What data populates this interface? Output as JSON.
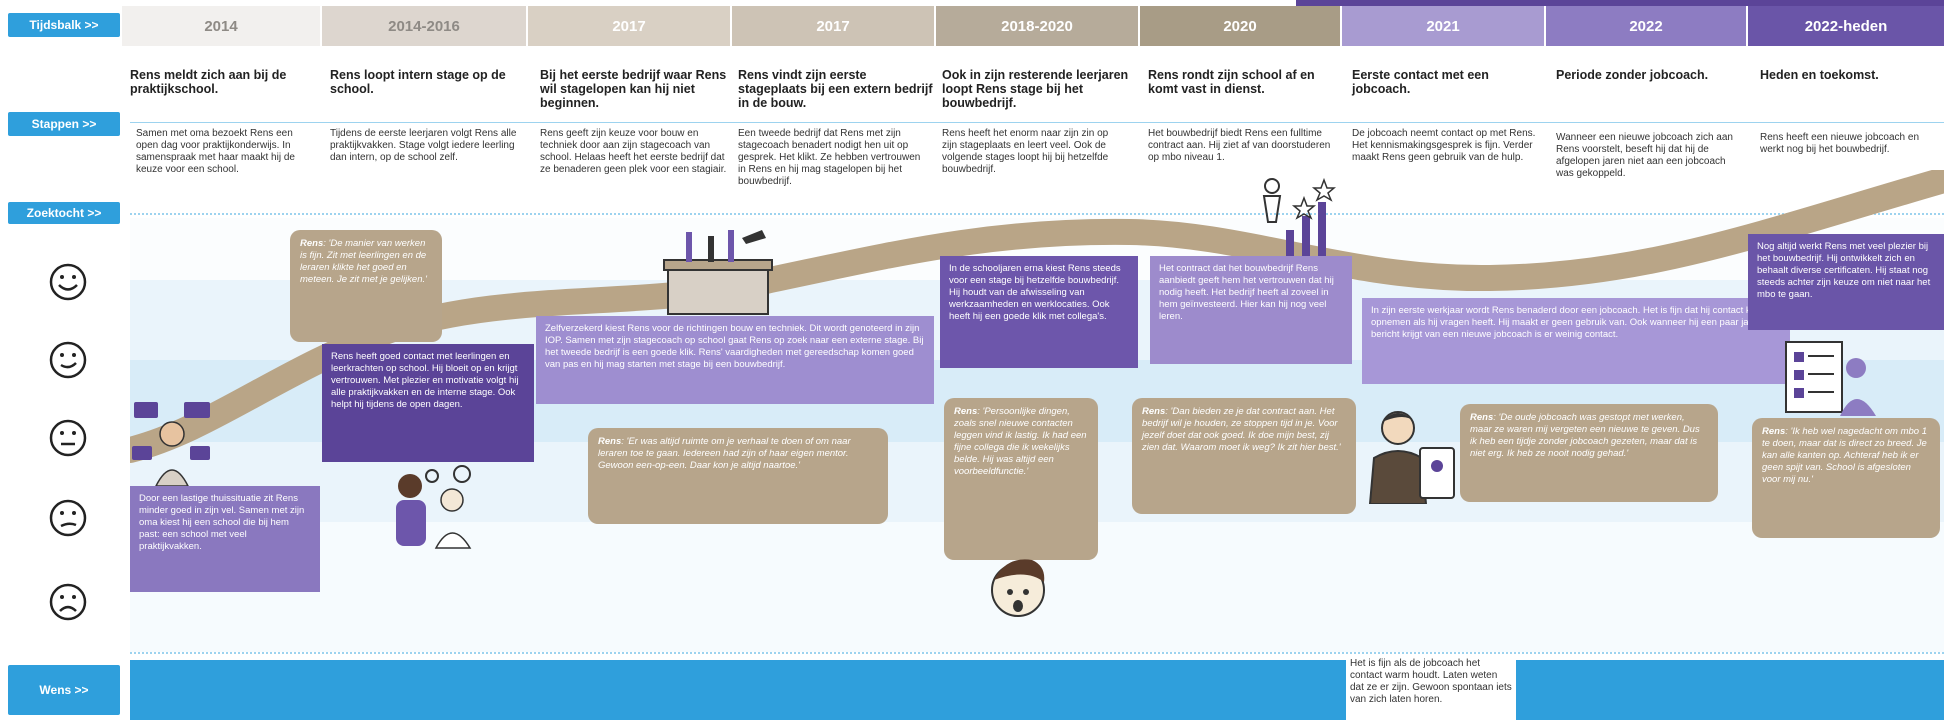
{
  "row_labels": {
    "timeline": "Tijdsbalk >>",
    "steps": "Stappen >>",
    "search": "Zoektocht >>",
    "wish": "Wens >>"
  },
  "years": [
    "2014",
    "2014-2016",
    "2017",
    "2017",
    "2018-2020",
    "2020",
    "2021",
    "2022",
    "2022-heden"
  ],
  "steps": [
    {
      "title": "Rens meldt zich aan bij de praktijkschool.",
      "text": "Samen met oma bezoekt Rens een open dag voor praktijkonderwijs. In samenspraak met haar maakt hij de keuze voor een school."
    },
    {
      "title": "Rens loopt intern stage op de school.",
      "text": "Tijdens de eerste leerjaren volgt Rens alle praktijkvakken. Stage volgt iedere leerling dan intern, op de school zelf."
    },
    {
      "title": "Bij het eerste bedrijf waar Rens wil stagelopen kan hij niet beginnen.",
      "text": "Rens geeft zijn keuze voor bouw en techniek door aan zijn stagecoach van school. Helaas heeft het eerste bedrijf dat ze benaderen geen plek voor een stagiair."
    },
    {
      "title": "Rens vindt zijn eerste stageplaats bij een extern bedrijf in de bouw.",
      "text": "Een tweede bedrijf dat Rens met zijn stagecoach benadert nodigt hen uit op gesprek. Het klikt. Ze hebben vertrouwen in Rens en hij mag stagelopen bij het bouwbedrijf."
    },
    {
      "title": "Ook in zijn resterende leerjaren loopt Rens stage bij het bouwbedrijf.",
      "text": "Rens heeft het enorm naar zijn zin op zijn stageplaats en leert veel. Ook de volgende stages loopt hij bij hetzelfde bouwbedrijf."
    },
    {
      "title": "Rens rondt zijn school af en komt vast in dienst.",
      "text": "Het bouwbedrijf biedt Rens een fulltime contract aan. Hij ziet af van doorstuderen op mbo niveau 1."
    },
    {
      "title": "Eerste contact met een jobcoach.",
      "text": "De jobcoach neemt contact op met Rens. Het kennismakingsgesprek is fijn. Verder maakt Rens geen gebruik van de hulp."
    },
    {
      "title": "Periode zonder jobcoach.",
      "text": "Wanneer een nieuwe jobcoach zich aan Rens voorstelt, beseft hij dat hij de afgelopen jaren niet aan een jobcoach was gekoppeld."
    },
    {
      "title": "Heden en toekomst.",
      "text": "Rens heeft een nieuwe jobcoach en werkt nog bij het bouwbedrijf."
    }
  ],
  "bubbles": [
    "Door een lastige thuissituatie zit Rens minder goed in zijn vel. Samen met zijn oma kiest hij een school die bij hem past: een school met veel praktijkvakken.",
    "Rens heeft goed contact met leerlingen en leerkrachten op school. Hij bloeit op en krijgt vertrouwen. Met plezier en motivatie volgt hij alle praktijkvakken en de interne stage. Ook helpt hij tijdens de open dagen.",
    "Zelfverzekerd kiest Rens voor de richtingen bouw en techniek. Dit wordt genoteerd in zijn IOP. Samen met zijn stagecoach op school gaat Rens op zoek naar een externe stage. Bij het tweede bedrijf is een goede klik. Rens' vaardigheden met gereedschap komen goed van pas en hij mag starten met stage bij een bouwbedrijf.",
    "In de schooljaren erna kiest Rens steeds voor een stage bij hetzelfde bouwbedrijf. Hij houdt van de afwisseling van werkzaamheden en werklocaties. Ook heeft hij een goede klik met collega's.",
    "Het contract dat het bouwbedrijf Rens aanbiedt geeft hem het vertrouwen dat hij nodig heeft. Het bedrijf heeft al zoveel in hem geïnvesteerd. Hier kan hij nog veel leren.",
    "In zijn eerste werkjaar wordt Rens benaderd door een jobcoach. Het is fijn dat hij contact kan opnemen als hij vragen heeft. Hij maakt er geen gebruik van. Ook wanneer hij een paar jaar later bericht krijgt van een nieuwe jobcoach is er weinig contact.",
    "Nog altijd werkt Rens met veel plezier bij het bouwbedrijf. Hij ontwikkelt zich en behaalt diverse certificaten. Hij staat nog steeds achter zijn keuze om niet naar het mbo te gaan."
  ],
  "quotes": [
    {
      "who": "Rens",
      "text": "'De manier van werken is fijn. Zit met leerlingen en de leraren klikte het goed en meteen. Je zit met je gelijken.'"
    },
    {
      "who": "Rens",
      "text": "'Er was altijd ruimte om je verhaal te doen of om naar leraren toe te gaan. Iedereen had zijn of haar eigen mentor. Gewoon een-op-een. Daar kon je altijd naartoe.'"
    },
    {
      "who": "Rens",
      "text": "'Persoonlijke dingen, zoals snel nieuwe contacten leggen vind ik lastig. Ik had een fijne collega die ik wekelijks belde. Hij was altijd een voorbeeldfunctie.'"
    },
    {
      "who": "Rens",
      "text": "'Dan bieden ze je dat contract aan. Het bedrijf wil je houden, ze stoppen tijd in je. Voor jezelf doet dat ook goed. Ik doe mijn best, zij zien dat. Waarom moet ik weg? Ik zit hier best.'"
    },
    {
      "who": "Rens",
      "text": "'De oude jobcoach was gestopt met werken, maar ze waren mij vergeten een nieuwe te geven. Dus ik heb een tijdje zonder jobcoach gezeten, maar dat is niet erg. Ik heb ze nooit nodig gehad.'"
    },
    {
      "who": "Rens",
      "text": "'Ik heb wel nagedacht om mbo 1 te doen, maar dat is direct zo breed. Je kan alle kanten op. Achteraf heb ik er geen spijt van. School is afgesloten voor mij nu.'"
    }
  ],
  "wish_text": "Het is fijn als de jobcoach het contact warm houdt. Laten weten dat ze er zijn. Gewoon spontaan iets van zich laten horen.",
  "colors": {
    "accent_blue": "#2f9fdc",
    "purple": "#7a62b0",
    "dark_purple": "#5b4498",
    "tan": "#b8a78b",
    "road": "#b9a587"
  }
}
